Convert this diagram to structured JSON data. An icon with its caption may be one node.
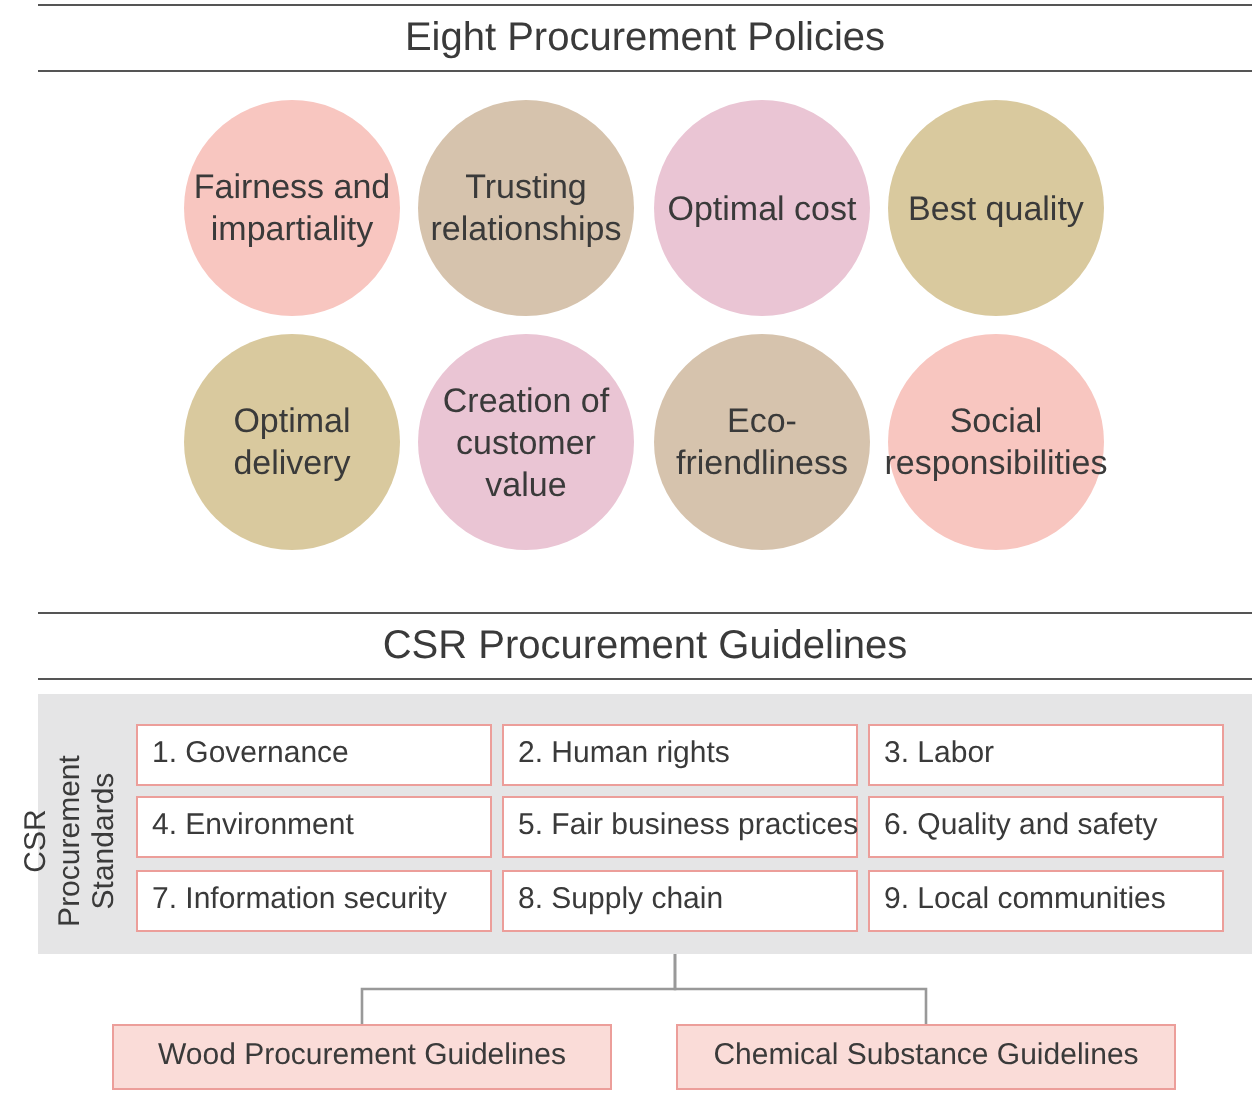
{
  "diagram": {
    "title": "Eight Procurement Policies",
    "nodes": [
      {
        "text": [
          "Fairness and impartiality"
        ]
      },
      {
        "text": [
          "Trusting relationships"
        ]
      },
      {
        "text": [
          "Optimal cost"
        ]
      },
      {
        "text": [
          "Best quality"
        ]
      },
      {
        "text": [
          "Optimal delivery"
        ]
      },
      {
        "text": [
          "Creation of customer value"
        ]
      },
      {
        "text": [
          "Eco-friendliness"
        ]
      },
      {
        "text": [
          "Social responsibilities"
        ]
      },
      {
        "text": [
          "CSR Procurement Standards"
        ]
      },
      {
        "text": [
          "1. Governance"
        ],
        "in": 8
      },
      {
        "text": [
          "2. Human rights"
        ],
        "in": 8
      },
      {
        "text": [
          "3. Labor"
        ],
        "in": 8
      },
      {
        "text": [
          "4. Environment"
        ],
        "in": 8
      },
      {
        "text": [
          "5. Fair business practices"
        ],
        "in": 8
      },
      {
        "text": [
          "6. Quality and safety"
        ],
        "in": 8
      },
      {
        "text": [
          "7. Information security"
        ],
        "in": 8
      },
      {
        "text": [
          "8. Supply chain"
        ],
        "in": 8
      },
      {
        "text": [
          "9. Local communities"
        ],
        "in": 8
      },
      {
        "text": [
          "Wood Procurement Guidelines"
        ]
      },
      {
        "text": [
          "Chemical Substance Guidelines"
        ]
      }
    ],
    "edges": [
      {
        "from": 8,
        "to": 18,
        "arrow": "none"
      },
      {
        "from": 8,
        "to": 19,
        "arrow": "none"
      }
    ],
    "labels": [
      "CSR Procurement Guidelines"
    ]
  }
}
